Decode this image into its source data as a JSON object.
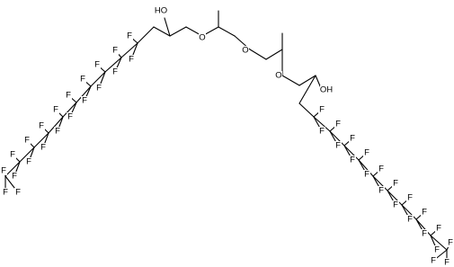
{
  "structure": {
    "atoms": [
      {
        "id": "ho1",
        "element": "HO",
        "label": "HO"
      },
      {
        "id": "o1",
        "element": "O",
        "label": "O"
      },
      {
        "id": "o2",
        "element": "O",
        "label": "O"
      },
      {
        "id": "o3",
        "element": "O",
        "label": "O"
      },
      {
        "id": "oh2",
        "element": "OH",
        "label": "OH"
      },
      {
        "id": "fl",
        "element": "F",
        "label": "F"
      }
    ]
  }
}
